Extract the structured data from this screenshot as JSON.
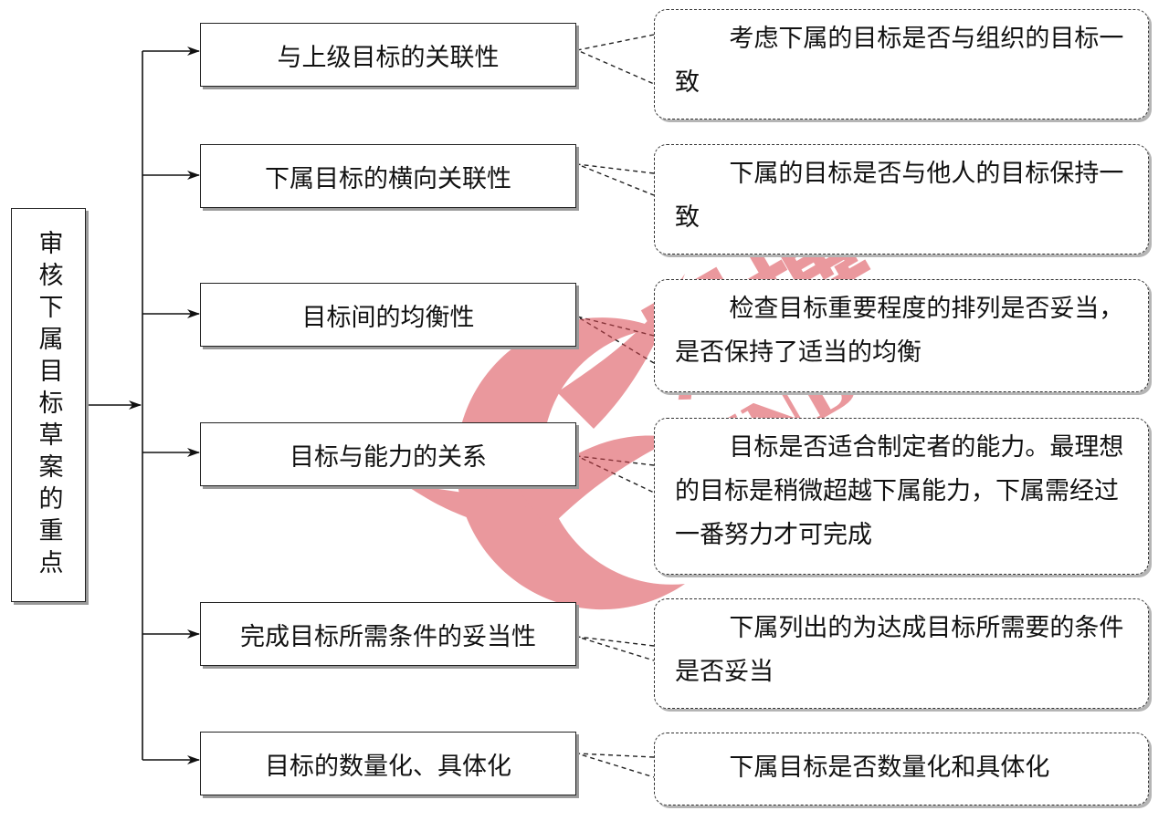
{
  "root": {
    "label": "审核下属目标草案的重点"
  },
  "items": [
    {
      "label": "与上级目标的关联性",
      "note": "考虑下属的目标是否与组织的目标一致"
    },
    {
      "label": "下属目标的横向关联性",
      "note": "下属的目标是否与他人的目标保持一致"
    },
    {
      "label": "目标间的均衡性",
      "note": "检查目标重要程度的排列是否妥当，是否保持了适当的均衡"
    },
    {
      "label": "目标与能力的关系",
      "note": "目标是否适合制定者的能力。最理想的目标是稍微超越下属能力，下属需经过一番努力才可完成"
    },
    {
      "label": "完成目标所需条件的妥当性",
      "note": "下属列出的为达成目标所需要的条件是否妥当"
    },
    {
      "label": "目标的数量化、具体化",
      "note": "下属目标是否数量化和具体化"
    }
  ],
  "watermark": {
    "cn": "思博",
    "en": "SINBO",
    "color": "#d9444e"
  }
}
